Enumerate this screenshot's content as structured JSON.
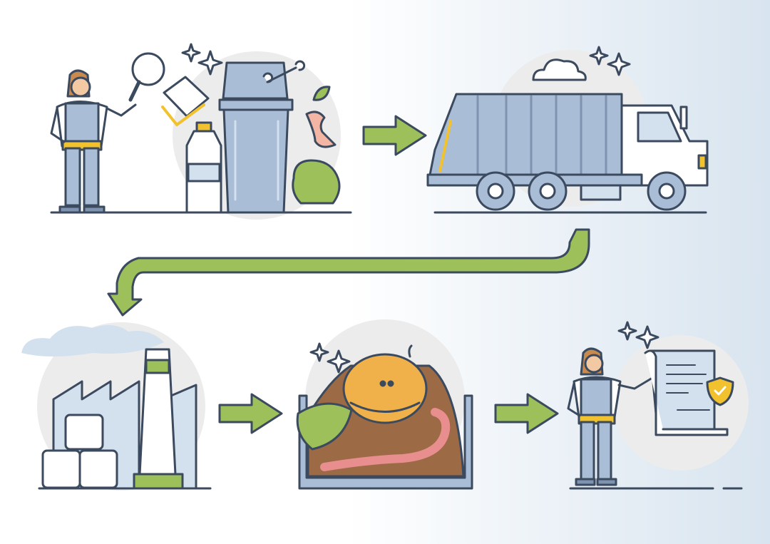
{
  "illustration": {
    "steps": [
      {
        "id": "sorting",
        "icon": "worker-inspecting-trash-icon"
      },
      {
        "id": "collection",
        "icon": "garbage-truck-icon"
      },
      {
        "id": "processing",
        "icon": "factory-icon"
      },
      {
        "id": "composting",
        "icon": "compost-box-icon"
      },
      {
        "id": "certification",
        "icon": "worker-certificate-icon"
      }
    ],
    "colors": {
      "arrow_green": "#9dc05a",
      "outline": "#3b4a5e",
      "steel_blue": "#a9bdd6",
      "light_blue": "#d3e0ee",
      "circle_gray": "#ececec",
      "accent_yellow": "#f2c12e",
      "skin": "#f3c9a4",
      "hair": "#c98a4e",
      "compost_brown": "#9c6a45",
      "apple_orange": "#f0b04a",
      "worm_pink": "#e88e8e",
      "background_right": "#dbe6f0"
    }
  }
}
